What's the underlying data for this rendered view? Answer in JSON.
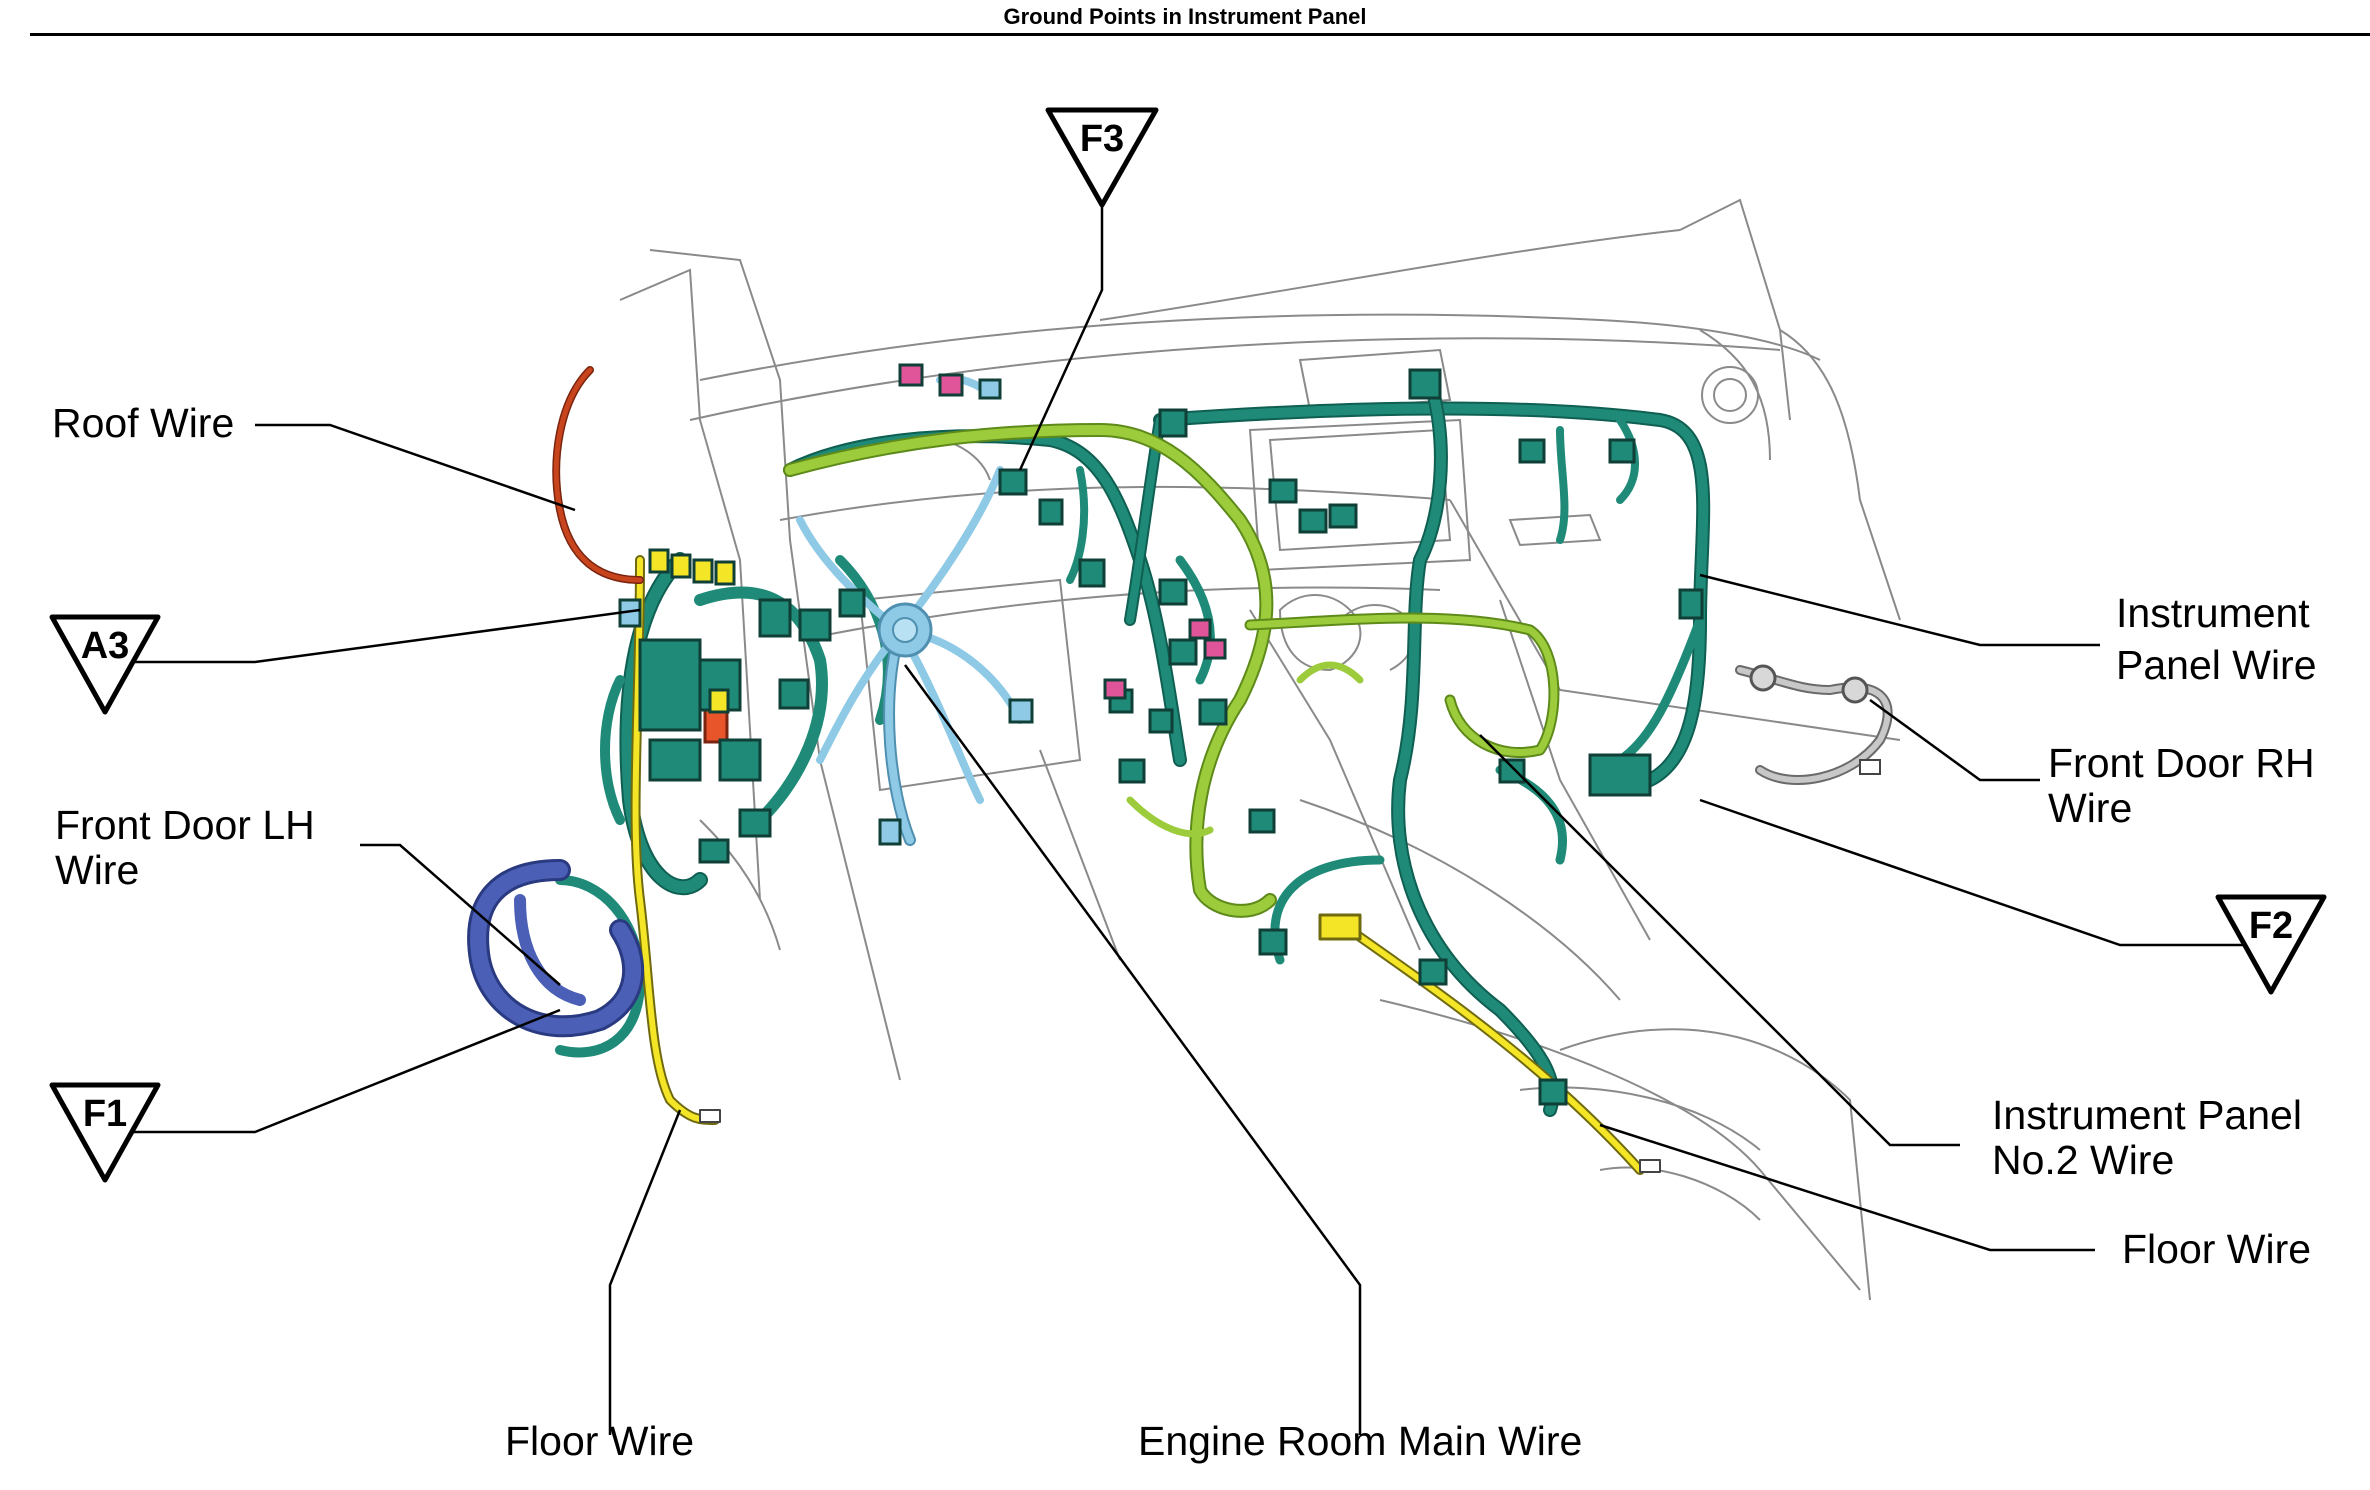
{
  "page": {
    "title": "Ground Points in Instrument Panel"
  },
  "labels": {
    "roof_wire": "Roof Wire",
    "front_door_lh_line1": "Front Door LH",
    "front_door_lh_line2": "Wire",
    "floor_wire_left": "Floor Wire",
    "engine_room_main_wire": "Engine Room Main Wire",
    "instrument_panel_line1": "Instrument",
    "instrument_panel_line2": "Panel Wire",
    "front_door_rh_line1": "Front Door RH",
    "front_door_rh_line2": "Wire",
    "instrument_panel_no2_line1": "Instrument Panel",
    "instrument_panel_no2_line2": "No.2 Wire",
    "floor_wire_right": "Floor Wire"
  },
  "ground_points": {
    "a3": "A3",
    "f1": "F1",
    "f2": "F2",
    "f3": "F3"
  },
  "colors": {
    "harness_main": "#1f8a77",
    "harness_dark": "#0f5f52",
    "harness_light": "#9ccc3c",
    "harness_lightblue": "#8ec9e6",
    "harness_blue": "#4a5fb5",
    "harness_yellow": "#f4e526",
    "harness_red": "#c8441c",
    "connector_pink": "#e0559a",
    "outline": "#7a7a7a"
  }
}
